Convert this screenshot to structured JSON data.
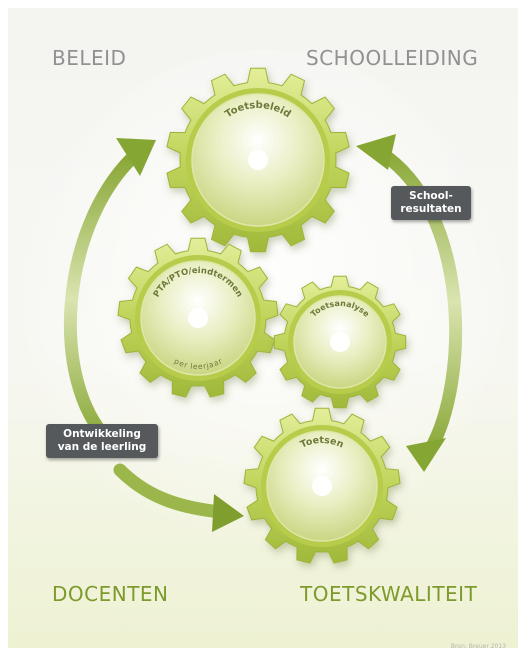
{
  "corners": {
    "top_left": "BELEID",
    "top_right": "SCHOOLLEIDING",
    "bottom_left": "DOCENTEN",
    "bottom_right": "TOETSKWALITEIT"
  },
  "gears": {
    "top": "Toetsbeleid",
    "left": "PTA/PTO/eindtermen",
    "left_sub": "per leerjaar",
    "right": "Toetsanalyse",
    "bottom": "Toetsen"
  },
  "tags": {
    "results_line1": "School-",
    "results_line2": "resultaten",
    "dev_line1": "Ontwikkeling",
    "dev_line2": "van de leerling"
  },
  "credit": "Bron: Breuer 2013",
  "colors": {
    "accent_green": "#7d9b2c",
    "gear_light": "#dde98a",
    "gear_dark": "#a7c03a",
    "tag_bg": "#55595c",
    "corner_gray": "#8f9192"
  }
}
